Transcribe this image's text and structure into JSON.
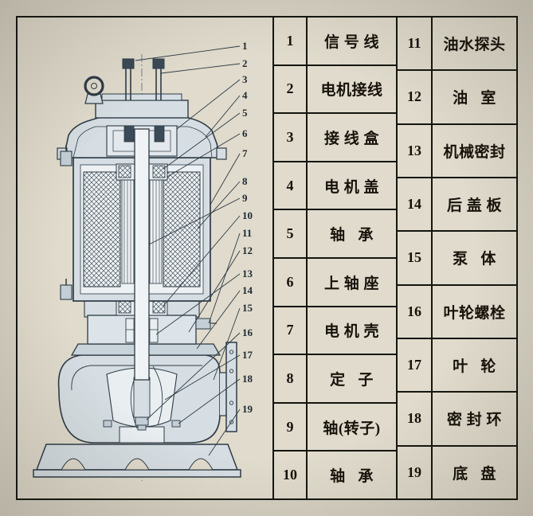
{
  "table": {
    "left_rows": [
      {
        "num": "1",
        "name": "信 号 线"
      },
      {
        "num": "2",
        "name": "电机接线"
      },
      {
        "num": "3",
        "name": "接 线 盒"
      },
      {
        "num": "4",
        "name": "电 机 盖"
      },
      {
        "num": "5",
        "name": "轴   承"
      },
      {
        "num": "6",
        "name": "上 轴 座"
      },
      {
        "num": "7",
        "name": "电 机 壳"
      },
      {
        "num": "8",
        "name": "定   子"
      },
      {
        "num": "9",
        "name": "轴(转子)"
      },
      {
        "num": "10",
        "name": "轴   承"
      }
    ],
    "right_rows": [
      {
        "num": "11",
        "name": "油水探头"
      },
      {
        "num": "12",
        "name": "油   室"
      },
      {
        "num": "13",
        "name": "机械密封"
      },
      {
        "num": "14",
        "name": "后 盖 板"
      },
      {
        "num": "15",
        "name": "泵   体"
      },
      {
        "num": "16",
        "name": "叶轮螺栓"
      },
      {
        "num": "17",
        "name": "叶   轮"
      },
      {
        "num": "18",
        "name": "密 封 环"
      },
      {
        "num": "19",
        "name": "底   盘"
      }
    ]
  },
  "diagram": {
    "callouts": [
      "1",
      "2",
      "3",
      "4",
      "5",
      "6",
      "7",
      "8",
      "9",
      "10",
      "11",
      "12",
      "13",
      "14",
      "15",
      "16",
      "17",
      "18",
      "19"
    ]
  },
  "colors": {
    "frame_ink": "#15150f",
    "table_ink": "#17120a",
    "line_art": "#2e3b46",
    "paper": "#e0dbcc",
    "metal_fill": "#d6dee3"
  }
}
